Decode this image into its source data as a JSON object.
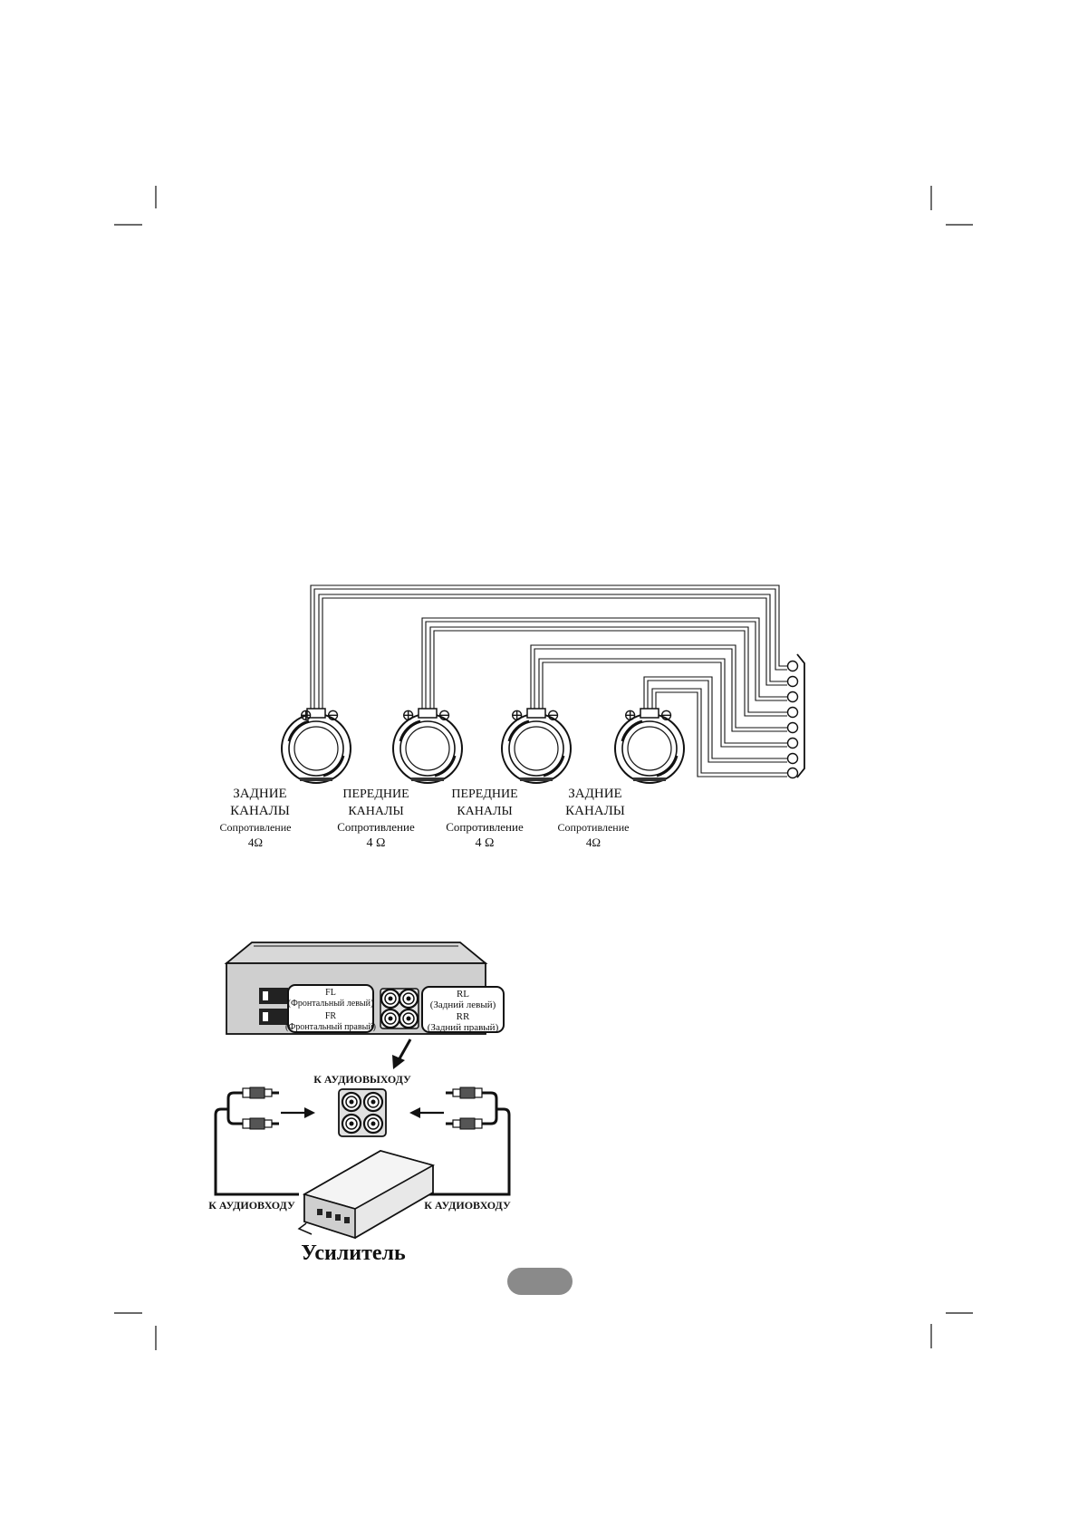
{
  "speakers": [
    {
      "line1": "ЗАДНИЕ",
      "line2": "КАНАЛЫ",
      "line3": "Сопротивление",
      "line4": "4Ω"
    },
    {
      "line1": "ПЕРЕДНИЕ",
      "line2": "КАНАЛЫ",
      "line3": "Сопротивление",
      "line4": "4 Ω"
    },
    {
      "line1": "ПЕРЕДНИЕ",
      "line2": "КАНАЛЫ",
      "line3": "Сопротивление",
      "line4": "4 Ω"
    },
    {
      "line1": "ЗАДНИЕ",
      "line2": "КАНАЛЫ",
      "line3": "Сопротивление",
      "line4": "4Ω"
    }
  ],
  "terminals": {
    "plus": "⊕",
    "minus": "⊖"
  },
  "unit_labels": {
    "fl": "FL",
    "fl_desc": "(Фронтальный левый)",
    "fr": "FR",
    "fr_desc": "(Фронтальный правый)",
    "rl": "RL",
    "rl_desc": "(Задний левый)",
    "rr": "RR",
    "rr_desc": "(Задний правый)"
  },
  "audio_out_label": "К АУДИОВЫХОДУ",
  "audio_in_left": "К АУДИОВХОДУ",
  "audio_in_right": "К АУДИОВХОДУ",
  "amplifier_label": "Усилитель",
  "page_number": ""
}
